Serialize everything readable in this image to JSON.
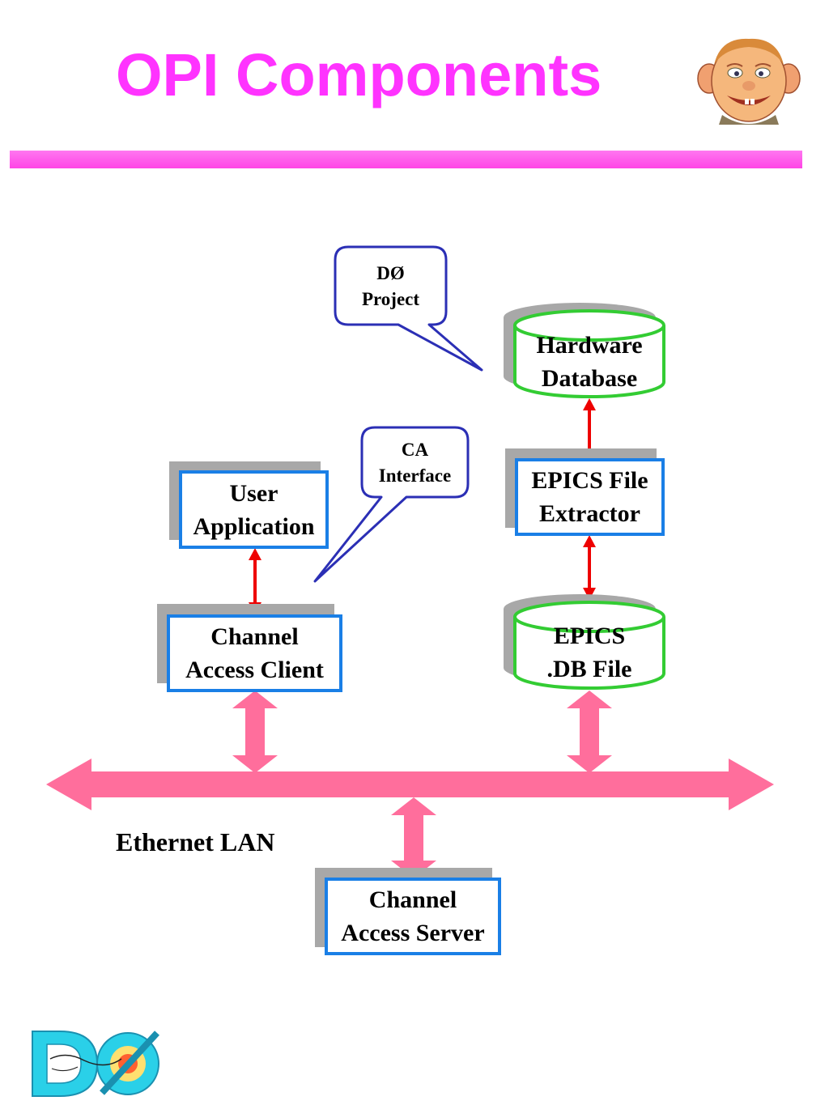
{
  "title": "OPI Components",
  "nodes": {
    "user_application": [
      "User",
      "Application"
    ],
    "channel_access_client": [
      "Channel",
      "Access Client"
    ],
    "channel_access_server": [
      "Channel",
      "Access Server"
    ],
    "epics_file_extractor": [
      "EPICS File",
      "Extractor"
    ],
    "hardware_database": [
      "Hardware",
      "Database"
    ],
    "epics_db_file": [
      "EPICS",
      ".DB File"
    ]
  },
  "callouts": {
    "d0_project": [
      "DØ",
      "Project"
    ],
    "ca_interface": [
      "CA",
      "Interface"
    ]
  },
  "network_label": "Ethernet LAN",
  "colors": {
    "title": "#ff33ff",
    "box_border": "#1a7fe6",
    "database_border": "#33cc33",
    "shadow": "#a8a8a8",
    "link_arrow": "#ee0000",
    "lan_arrow": "#ff6e9c",
    "callout_border": "#2b2fb5"
  }
}
